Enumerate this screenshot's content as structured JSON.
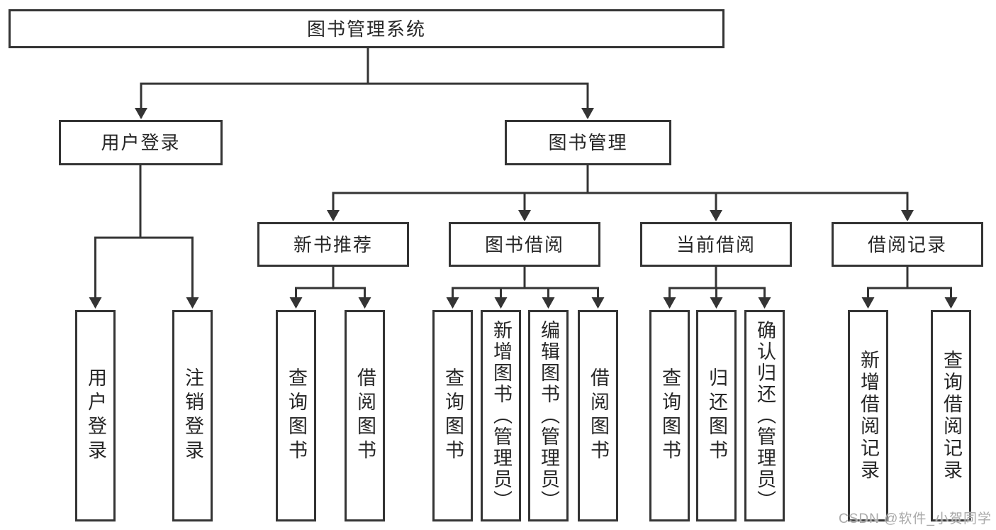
{
  "nodes": {
    "root": "图书管理系统",
    "user_login": "用户登录",
    "book_management": "图书管理",
    "new_book_recommend": "新书推荐",
    "book_borrowing": "图书借阅",
    "current_borrowing": "当前借阅",
    "borrowing_records": "借阅记录"
  },
  "leaves": {
    "user_login": "用户登录",
    "logout": "注销登录",
    "rec_query_books": "查询图书",
    "rec_borrow_books": "借阅图书",
    "borrow_query_books": "查询图书",
    "borrow_add_books": "新增图书（管理员）",
    "borrow_edit_books": "编辑图书（管理员）",
    "borrow_borrow_books": "借阅图书",
    "current_query_books": "查询图书",
    "current_return_books": "归还图书",
    "current_confirm_return": "确认归还（管理员）",
    "records_add_record": "新增借阅记录",
    "records_query_record": "查询借阅记录"
  },
  "watermark": "CSDN @软件_小贺同学",
  "colors": {
    "line": "#343434",
    "text": "#262626",
    "watermark": "#a9a9a9"
  }
}
